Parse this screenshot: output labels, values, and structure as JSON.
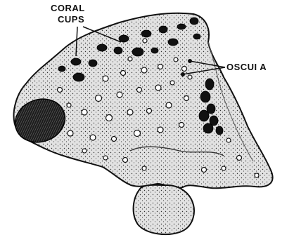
{
  "labels": {
    "coral_cups_line1": "CORAL",
    "coral_cups_line2": "CUPS",
    "oscula": "OSCUI A"
  },
  "colors": {
    "sponge_fill": "#d9d9d9",
    "outline": "#111111",
    "background": "#ffffff"
  }
}
